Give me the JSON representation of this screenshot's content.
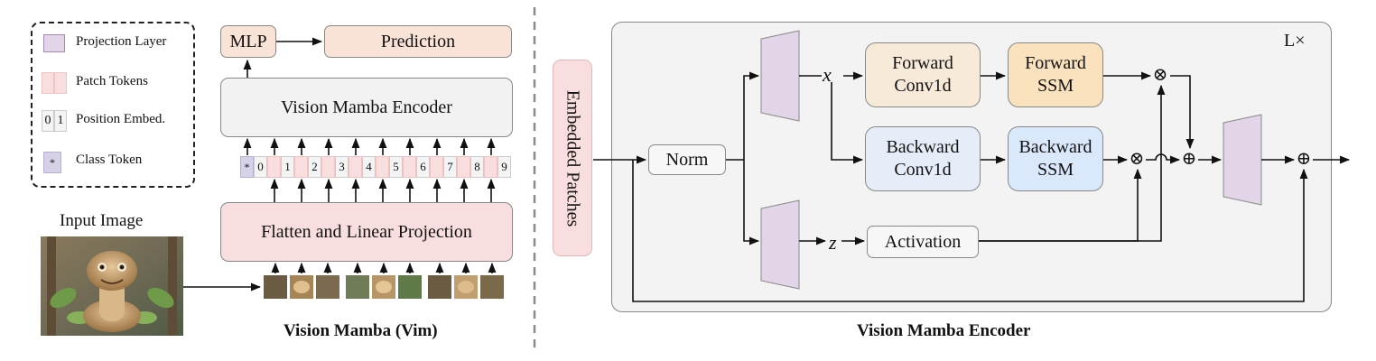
{
  "left": {
    "legend": {
      "projection_layer": "Projection Layer",
      "patch_tokens": "Patch Tokens",
      "position_embed": "Position Embed.",
      "position_embed_glyphs": [
        "0",
        "1"
      ],
      "class_token": "Class Token",
      "class_token_glyph": "*"
    },
    "mlp_label": "MLP",
    "prediction_label": "Prediction",
    "encoder_label": "Vision Mamba Encoder",
    "flatten_label": "Flatten and Linear Projection",
    "input_image_label": "Input Image",
    "caption": "Vision Mamba (Vim)",
    "class_token_symbol": "*",
    "position_indices": [
      "0",
      "1",
      "2",
      "3",
      "4",
      "5",
      "6",
      "7",
      "8",
      "9"
    ]
  },
  "right": {
    "embedded_patches_label": "Embedded Patches",
    "norm_label": "Norm",
    "x_label": "x",
    "z_label": "z",
    "forward_conv": [
      "Forward",
      "Conv1d"
    ],
    "forward_ssm": [
      "Forward",
      "SSM"
    ],
    "backward_conv": [
      "Backward",
      "Conv1d"
    ],
    "backward_ssm": [
      "Backward",
      "SSM"
    ],
    "activation_label": "Activation",
    "repeat_label": "L×",
    "caption": "Vision Mamba Encoder",
    "multiply_symbol": "⊗",
    "add_symbol": "⊕"
  },
  "colors": {
    "projection": "#e1d5e7",
    "patch": "#f8dede",
    "prediction": "#f9e3d7",
    "encoder_gray": "#f2f2f2",
    "forward": "#f8ead9",
    "backward_conv": "#e6ecf8",
    "backward_ssm": "#dae8fc",
    "class_token": "#d6d1e6",
    "panel_bg": "#f3f3f3"
  }
}
